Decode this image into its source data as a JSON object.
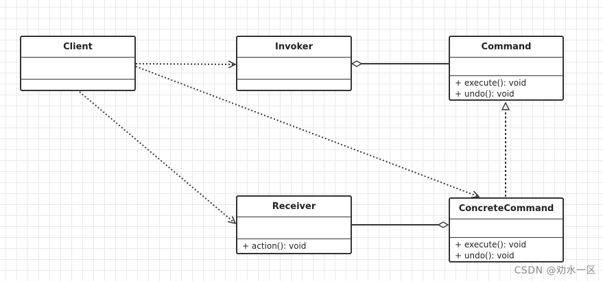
{
  "classes": {
    "client": {
      "name": "Client",
      "methods": []
    },
    "invoker": {
      "name": "Invoker",
      "methods": []
    },
    "command": {
      "name": "Command",
      "methods": [
        "+ execute(): void",
        "+ undo(): void"
      ]
    },
    "receiver": {
      "name": "Receiver",
      "methods": [
        "+ action(): void"
      ]
    },
    "concrete_command": {
      "name": "ConcreteCommand",
      "methods": [
        "+ execute(): void",
        "+ undo(): void"
      ]
    }
  },
  "relationships": [
    {
      "from": "Client",
      "to": "Invoker",
      "kind": "dependency"
    },
    {
      "from": "Client",
      "to": "ConcreteCommand",
      "kind": "dependency"
    },
    {
      "from": "Client",
      "to": "Receiver",
      "kind": "dependency"
    },
    {
      "from": "Invoker",
      "to": "Command",
      "kind": "aggregation"
    },
    {
      "from": "ConcreteCommand",
      "to": "Command",
      "kind": "realization"
    },
    {
      "from": "ConcreteCommand",
      "to": "Receiver",
      "kind": "aggregation"
    }
  ],
  "watermark": "CSDN @劝水一区",
  "colors": {
    "line": "#333333",
    "background": "#ffffff",
    "grid": "#e9e9e9"
  }
}
